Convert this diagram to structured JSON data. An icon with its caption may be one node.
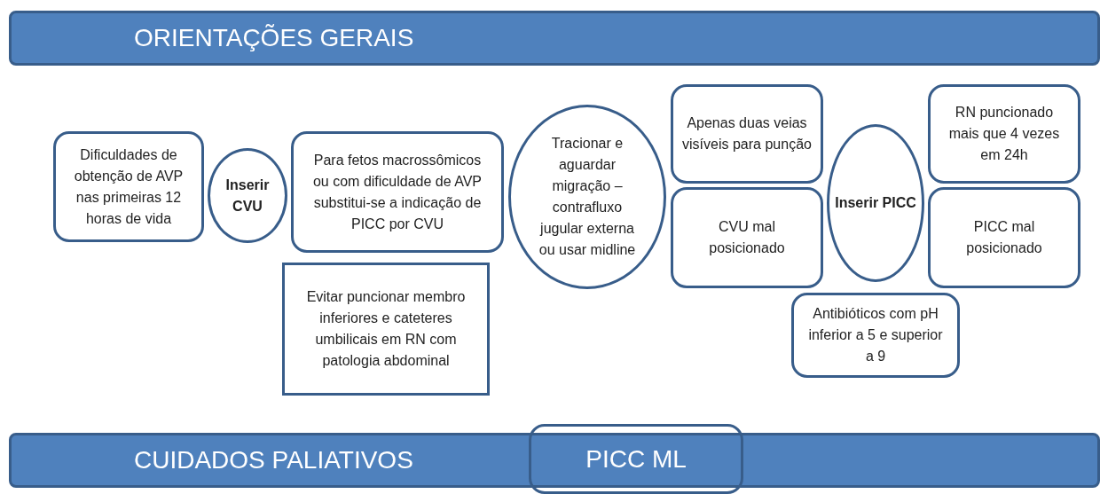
{
  "diagram": {
    "nodes": [
      {
        "text": [
          "ORIENTAÇÕES GERAIS"
        ]
      },
      {
        "text": [
          "Dificuldades de obtenção de AVP nas primeiras 12 horas de vida"
        ]
      },
      {
        "text": [
          "Inserir CVU"
        ]
      },
      {
        "text": [
          "Para fetos macrossômicos ou com dificuldade de AVP substitui-se a indicação de PICC por CVU"
        ]
      },
      {
        "text": [
          "Evitar puncionar membro inferiores e cateteres umbilicais em RN com patologia abdominal"
        ]
      },
      {
        "text": [
          "Tracionar e aguardar migração – contrafluxo jugular externa ou usar midline"
        ]
      },
      {
        "text": [
          "Apenas duas veias visíveis para punção"
        ]
      },
      {
        "text": [
          "RN puncionado mais que 4 vezes em 24h"
        ]
      },
      {
        "text": [
          "CVU mal posicionado"
        ]
      },
      {
        "text": [
          "PICC mal posicionado"
        ]
      },
      {
        "text": [
          "Inserir PICC"
        ]
      },
      {
        "text": [
          "Antibióticos com pH inferior a 5 e superior a 9"
        ]
      },
      {
        "text": [
          "CUIDADOS PALIATIVOS"
        ]
      },
      {
        "text": [
          "PICC ML"
        ]
      }
    ]
  }
}
